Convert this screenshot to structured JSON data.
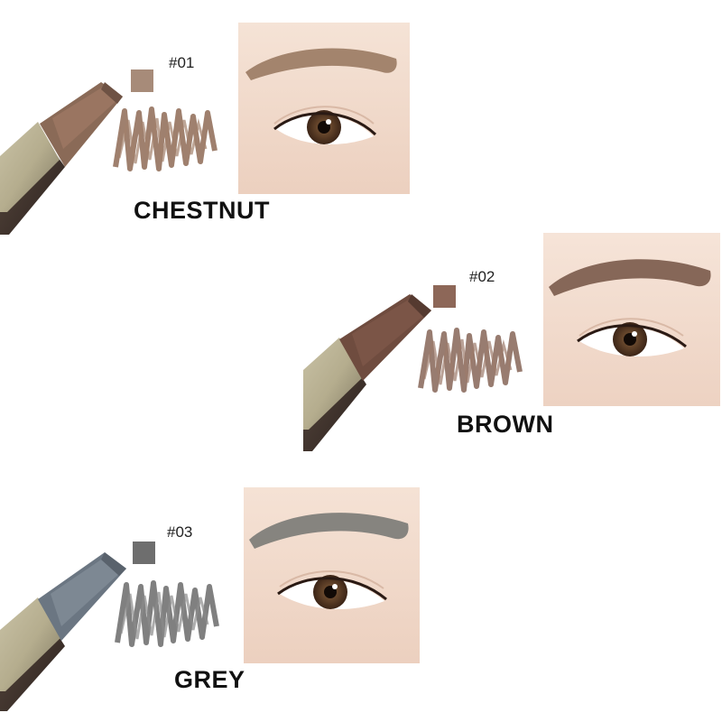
{
  "shades": [
    {
      "code": "#01",
      "name": "CHESTNUT",
      "color": "#a78b79",
      "lead": "#9a7561",
      "stroke": "#8e6a55",
      "brow": "#9a7a62"
    },
    {
      "code": "#02",
      "name": "BROWN",
      "color": "#8d6758",
      "lead": "#7b5547",
      "stroke": "#866557",
      "brow": "#7a5a4a"
    },
    {
      "code": "#03",
      "name": "GREY",
      "color": "#6e6e6e",
      "lead": "#7d8893",
      "stroke": "#6a6a6a",
      "brow": "#7a7a76"
    }
  ]
}
